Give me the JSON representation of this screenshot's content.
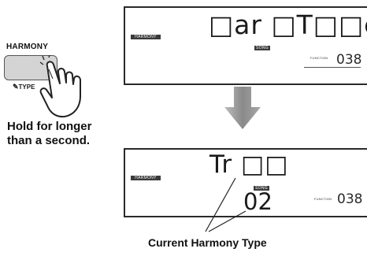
{
  "panel_button": {
    "label": "HARMONY",
    "sub_label": "TYPE"
  },
  "instruction": {
    "line1": "Hold for longer",
    "line2": "than a second."
  },
  "display_top": {
    "mode_tag": "HARMONY",
    "song_tag": "SONG",
    "name_text": "□ar □T□□e",
    "function_label": "FUNCTION",
    "function_value": "038"
  },
  "display_bottom": {
    "mode_tag": "HARMONY",
    "song_tag": "SONG",
    "name_text": "Tr □□",
    "function_label": "FUNCTION",
    "function_value": "038",
    "type_number": "02"
  },
  "callout": {
    "text": "Current Harmony Type"
  },
  "colors": {
    "button_fill": "#d4d4d4",
    "arrow_fill": "#9a9a9a",
    "lcd_border": "#2a2a2a"
  }
}
